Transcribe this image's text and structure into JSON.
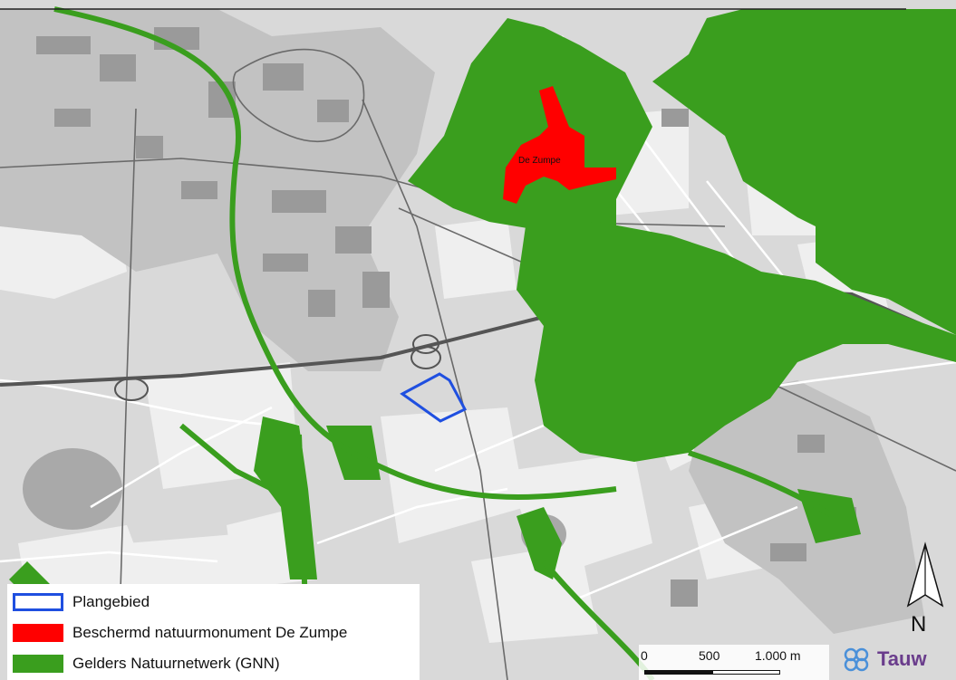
{
  "map": {
    "colors": {
      "background": "#d9d9d9",
      "field": "#f0f0f0",
      "urban": "#c4c4c4",
      "building": "#9a9a9a",
      "road": "#ffffff",
      "highway": "#555555",
      "water": "#a8a8a8",
      "natuurnetwerk": "#3a9e1e",
      "natuurmonument": "#ff0000",
      "plangebied": "#1f4fe0"
    },
    "labels": {
      "natuurmonument_name": "De Zumpe"
    }
  },
  "legend": {
    "items": [
      {
        "label": "Plangebied",
        "type": "outline",
        "color": "#1f4fe0"
      },
      {
        "label": "Beschermd natuurmonument De Zumpe",
        "type": "fill",
        "color": "#ff0000"
      },
      {
        "label": "Gelders Natuurnetwerk (GNN)",
        "type": "fill",
        "color": "#3a9e1e"
      }
    ]
  },
  "scalebar": {
    "labels": [
      "0",
      "500",
      "1.000 m"
    ]
  },
  "north_arrow": {
    "label": "N"
  },
  "logo": {
    "text": "Tauw",
    "icon": "flower-logo-icon"
  }
}
